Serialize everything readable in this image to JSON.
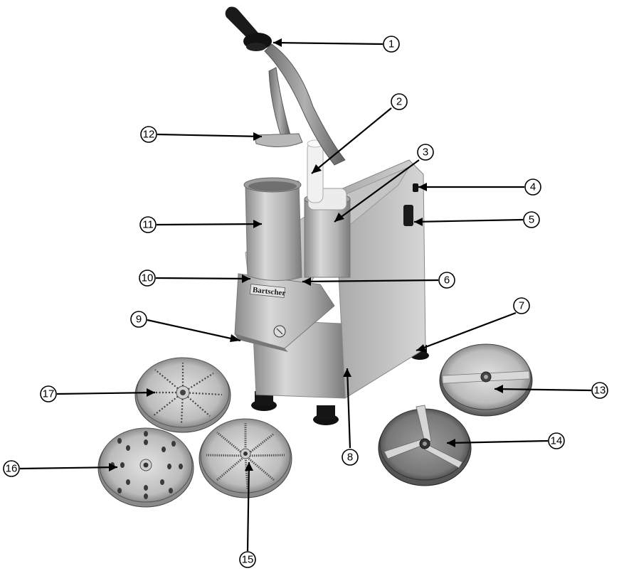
{
  "brand": "Bartscher",
  "callouts": [
    {
      "n": "1"
    },
    {
      "n": "2"
    },
    {
      "n": "3"
    },
    {
      "n": "4"
    },
    {
      "n": "5"
    },
    {
      "n": "6"
    },
    {
      "n": "7"
    },
    {
      "n": "8"
    },
    {
      "n": "9"
    },
    {
      "n": "10"
    },
    {
      "n": "11"
    },
    {
      "n": "12"
    },
    {
      "n": "13"
    },
    {
      "n": "14"
    },
    {
      "n": "15"
    },
    {
      "n": "16"
    },
    {
      "n": "17"
    }
  ]
}
